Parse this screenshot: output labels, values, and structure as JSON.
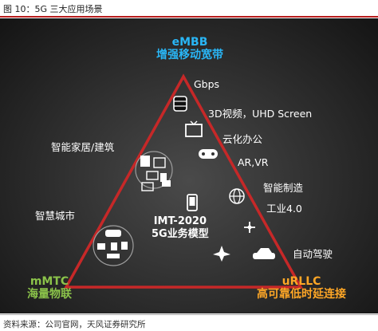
{
  "caption": "图 10：5G 三大应用场景",
  "source": "资料来源：公司官网，天风证券研究所",
  "colors": {
    "triangle": "#c62828",
    "embb": "#29b6f6",
    "mmtc": "#8bc34a",
    "urllc": "#ffa726"
  },
  "corners": {
    "embb": {
      "code": "eMBB",
      "name": "增强移动宽带"
    },
    "mmtc": {
      "code": "mMTC",
      "name": "海量物联"
    },
    "urllc": {
      "code": "uRLLC",
      "name": "高可靠低时延连接"
    }
  },
  "center": {
    "line1": "IMT-2020",
    "line2": "5G业务模型"
  },
  "labels": {
    "gbps": "Gbps",
    "video": "3D视频，UHD Screen",
    "cloud_office": "云化办公",
    "arvr": "AR,VR",
    "smart_home": "智能家居/建筑",
    "smart_city": "智慧城市",
    "smart_mfg": "智能制造",
    "industry": "工业4.0",
    "auto_drive": "自动驾驶"
  },
  "icons": [
    "storage-icon",
    "tv-icon",
    "gamepad-icon",
    "building-icon",
    "globe-icon",
    "phone-icon",
    "car-icon",
    "drone-icon",
    "plane-icon"
  ]
}
